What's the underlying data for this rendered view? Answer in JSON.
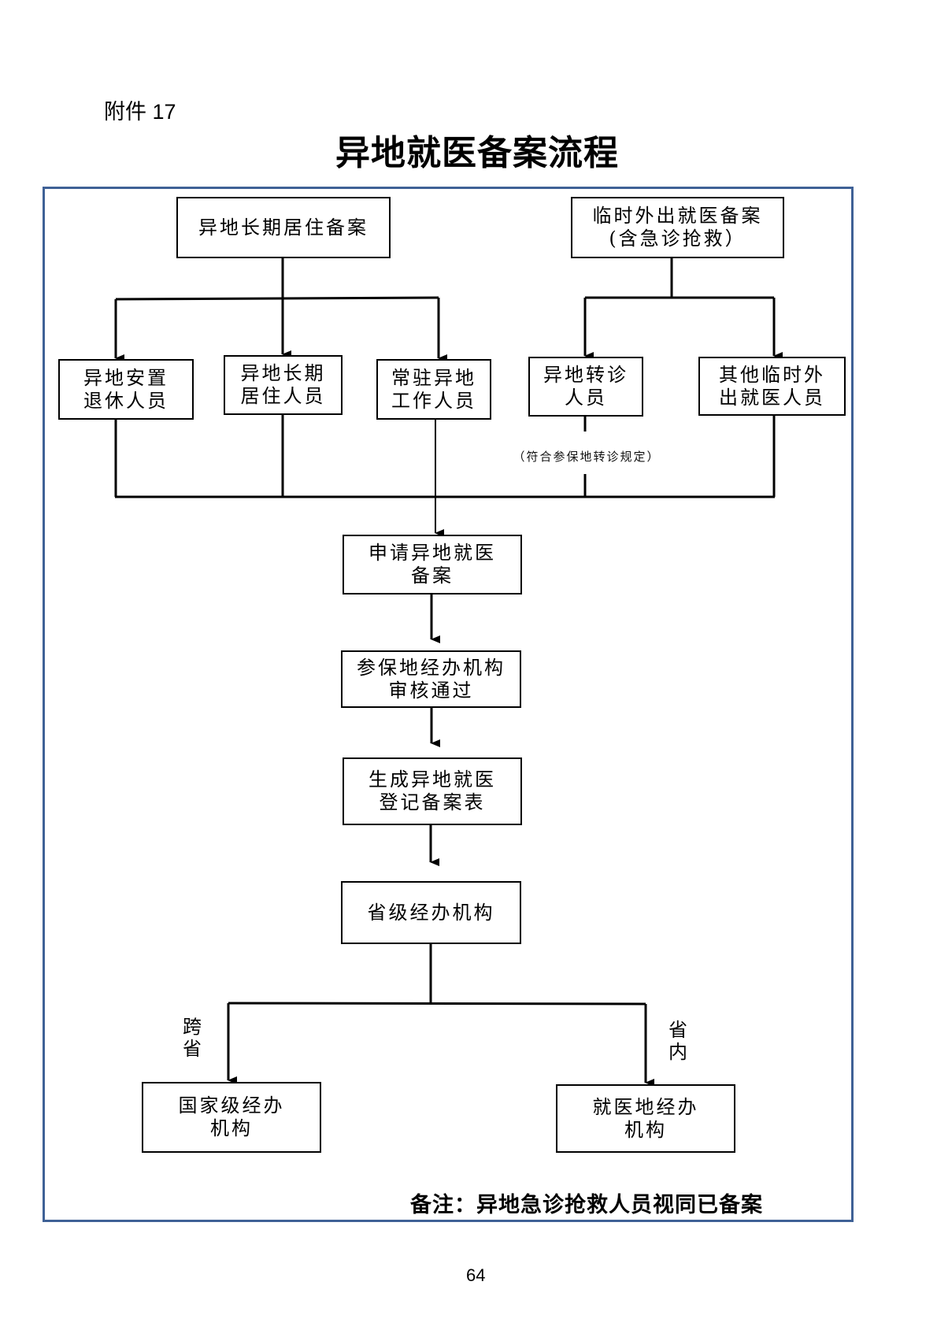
{
  "header": {
    "attachment": "附件 17",
    "title": "异地就医备案流程"
  },
  "diagram": {
    "top_nodes": [
      {
        "id": "long_term",
        "lines": [
          "异地长期居住备案"
        ]
      },
      {
        "id": "temporary",
        "lines": [
          "临时外出就医备案",
          "(含急诊抢救）"
        ]
      }
    ],
    "categories": [
      {
        "id": "resettled_retirees",
        "lines": [
          "异地安置",
          "退休人员"
        ]
      },
      {
        "id": "long_term_residents",
        "lines": [
          "异地长期",
          "居住人员"
        ]
      },
      {
        "id": "resident_workers",
        "lines": [
          "常驻异地",
          "工作人员"
        ]
      },
      {
        "id": "referral_patients",
        "lines": [
          "异地转诊",
          "人员"
        ]
      },
      {
        "id": "other_temporary",
        "lines": [
          "其他临时外",
          "出就医人员"
        ]
      }
    ],
    "referral_condition": "（符合参保地转诊规定）",
    "steps": [
      {
        "id": "apply",
        "lines": [
          "申请异地就医",
          "备案"
        ]
      },
      {
        "id": "review",
        "lines": [
          "参保地经办机构",
          "审核通过"
        ]
      },
      {
        "id": "generate_form",
        "lines": [
          "生成异地就医",
          "登记备案表"
        ]
      },
      {
        "id": "provincial_agency",
        "lines": [
          "省级经办机构"
        ]
      }
    ],
    "branches": [
      {
        "label": [
          "跨",
          "省"
        ],
        "target_lines": [
          "国家级经办",
          "机构"
        ]
      },
      {
        "label": [
          "省",
          "内"
        ],
        "target_lines": [
          "就医地经办",
          "机构"
        ]
      }
    ],
    "remark": "备注：异地急诊抢救人员视同已备案"
  },
  "footer": {
    "page_number": "64"
  },
  "colors": {
    "frame_border": "#3f6196",
    "line": "#000000"
  }
}
